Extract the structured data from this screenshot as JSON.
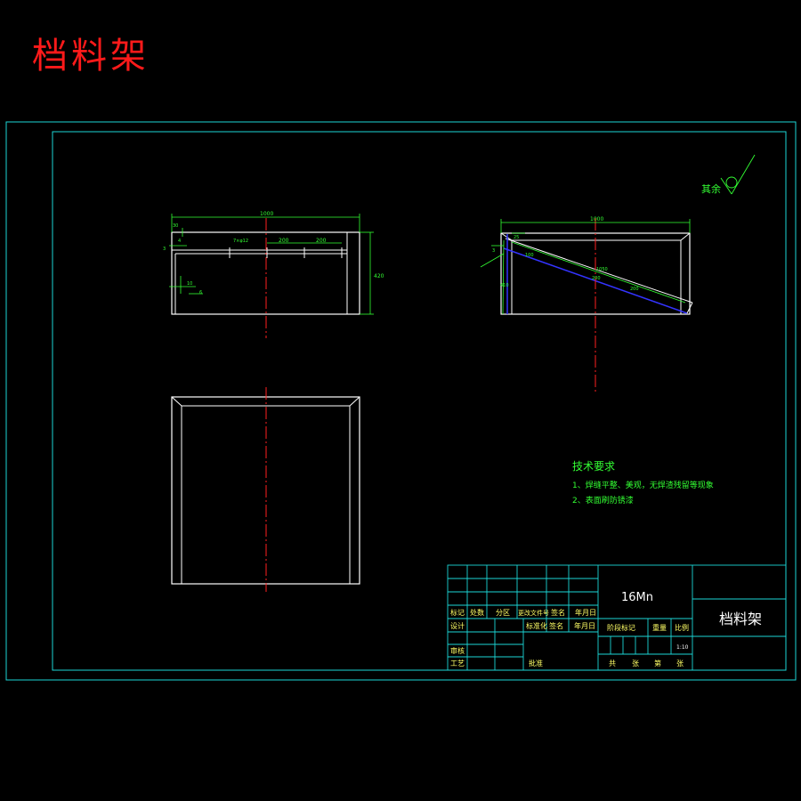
{
  "title": "档料架",
  "surface_note": "其余",
  "views": {
    "front": {
      "overall_width": "1000",
      "height": "420",
      "hole_pitch_1": "200",
      "hole_pitch_2": "200",
      "hole_label": "7×φ12",
      "dim_left_top": "30",
      "dim_left_mid": "4",
      "dim_a": "10",
      "weld_size": "3",
      "weld_size_2": "6"
    },
    "side": {
      "overall_width": "1000",
      "height": "410",
      "diag_len": "1050",
      "dim_25": "25",
      "dim_100": "100",
      "pitch_1": "200",
      "pitch_2": "200",
      "weld_size": "3"
    }
  },
  "tech_req": {
    "title": "技术要求",
    "items": [
      "1、焊缝平整、美观，无焊渣残留等现象",
      "2、表面刷防锈漆"
    ]
  },
  "title_block": {
    "material": "16Mn",
    "part_name": "档料架",
    "scale_value": "1:10",
    "row_labels": [
      "标记",
      "处数",
      "分区",
      "更改文件号",
      "签名",
      "年月日"
    ],
    "design_label": "设计",
    "standardize_label": "标准化",
    "check_label": "审核",
    "process_label": "工艺",
    "approve_label": "批准",
    "sign_label": "签名",
    "date_label": "年月日",
    "stage_label": "阶段标记",
    "weight_label": "重量",
    "scale_label": "比例",
    "sheets_total": "共",
    "sheets_unit": "张",
    "sheet_no": "第",
    "sheet_unit2": "张"
  },
  "colors": {
    "frame": "#1cd6d6",
    "part": "#ffffff",
    "dimension": "#33ff33",
    "centerline": "#ff2020",
    "hidden": "#3333ff",
    "title": "#ff1a1a"
  }
}
